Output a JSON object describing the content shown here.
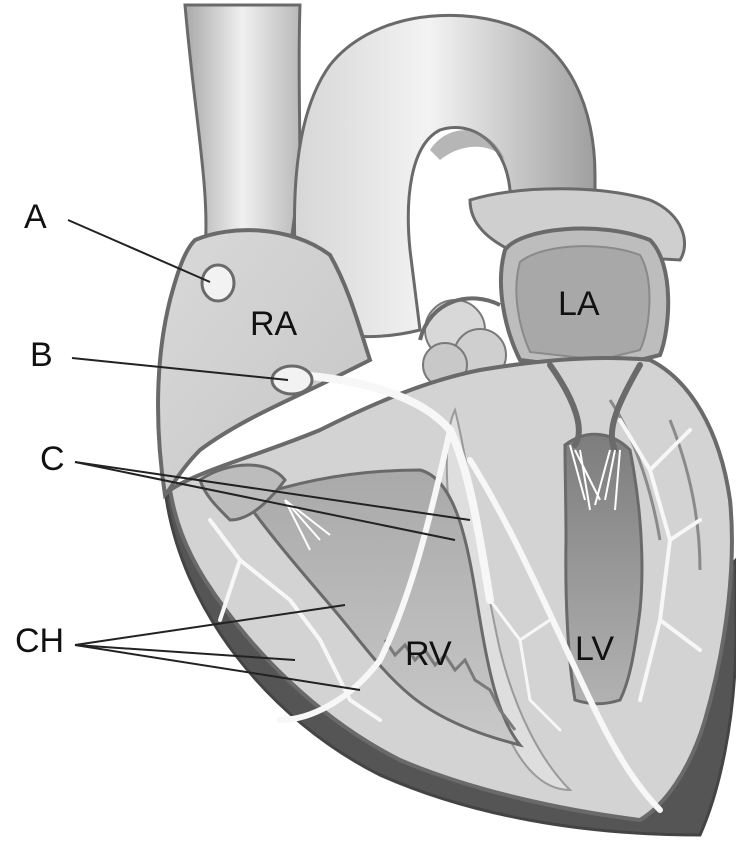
{
  "diagram": {
    "chambers": {
      "right_atrium": "RA",
      "left_atrium": "LA",
      "right_ventricle": "RV",
      "left_ventricle": "LV"
    },
    "callouts": {
      "a": "A",
      "b": "B",
      "c": "C",
      "ch": "CH"
    }
  },
  "colors": {
    "outline": "#5f5f5f",
    "tissue_light": "#e5e5e5",
    "tissue_mid": "#b8b8b8",
    "tissue_dark": "#8c8c8c",
    "base_dark": "#555555",
    "conduction": "#f7f7f7"
  }
}
